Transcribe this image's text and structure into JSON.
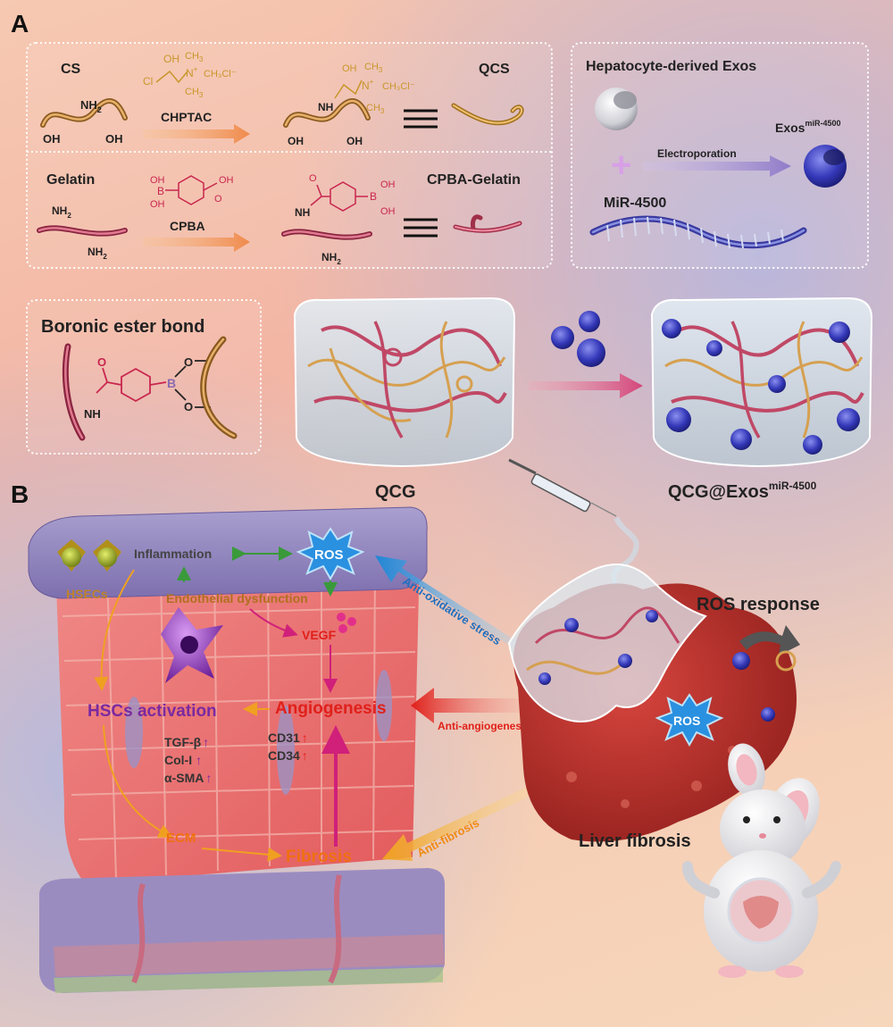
{
  "panel_a": {
    "letter": "A",
    "cs": "CS",
    "chptac": "CHPTAC",
    "qcs": "QCS",
    "gelatin": "Gelatin",
    "cpba": "CPBA",
    "cpba_gelatin": "CPBA-Gelatin",
    "hep_exos": "Hepatocyte-derived Exos",
    "electroporation": "Electroporation",
    "exos_main": "Exos",
    "exos_sup": "miR-4500",
    "mir": "MiR-4500",
    "boronic": "Boronic ester bond",
    "qcg": "QCG",
    "qcg_exos_main": "QCG@Exos",
    "qcg_exos_sup": "miR-4500",
    "chem": {
      "oh": "OH",
      "nh2": "NH",
      "sub2": "2",
      "nh": "NH",
      "cl": "Cl",
      "ch3": "CH",
      "sub3": "3",
      "n": "N",
      "plus": "+",
      "ch3cl": "CH₃Cl⁻",
      "o": "O",
      "b": "B"
    }
  },
  "panel_b": {
    "letter": "B",
    "hsecs": "HSECs",
    "inflammation": "Inflammation",
    "ros": "ROS",
    "endothelial": "Endothelial dysfunction",
    "vegf": "VEGF",
    "hscs": "HSCs activation",
    "angiogenesis": "Angiogenesis",
    "tgf": "TGF-β",
    "col": "Col-I",
    "asma": "α-SMA",
    "cd31": "CD31",
    "cd34": "CD34",
    "ecm": "ECM",
    "fibrosis": "Fibrosis",
    "anti_ox": "Anti-oxidative stress",
    "anti_ang": "Anti-angiogenesis",
    "anti_fib": "Anti-fibrosis",
    "ros_response": "ROS response",
    "ros_liver": "ROS",
    "liver_fibrosis": "Liver fibrosis",
    "up_arrow": "↑"
  },
  "colors": {
    "green_arrow": "#3a9a3a",
    "magenta": "#d0207a",
    "purple_text": "#7a2aa0",
    "orange_text": "#d96a10",
    "red_text": "#e0201a",
    "blue_text": "#1e6fc0",
    "gold_text": "#c0822a",
    "pink_chem": "#c8264e",
    "dark_text": "#222222"
  }
}
